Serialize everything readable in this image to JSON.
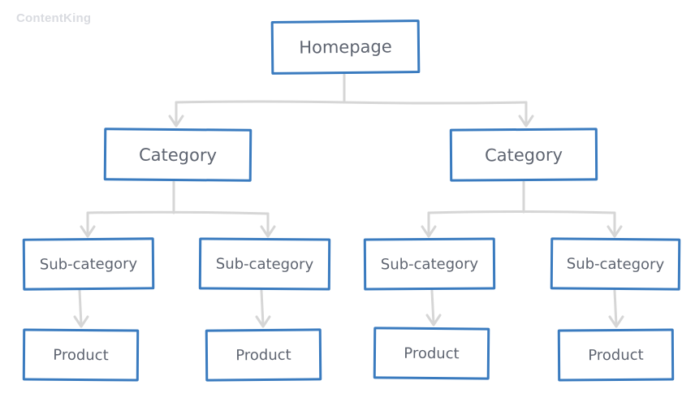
{
  "brand": "ContentKing",
  "colors": {
    "box_border": "#3a7bbf",
    "connector": "#d6d6d6",
    "label_text": "#5e6470",
    "brand_text": "#d9dbe0"
  },
  "tree": {
    "root": "Homepage",
    "categories": [
      {
        "label": "Category",
        "subcategories": [
          {
            "label": "Sub-category",
            "product": "Product"
          },
          {
            "label": "Sub-category",
            "product": "Product"
          }
        ]
      },
      {
        "label": "Category",
        "subcategories": [
          {
            "label": "Sub-category",
            "product": "Product"
          },
          {
            "label": "Sub-category",
            "product": "Product"
          }
        ]
      }
    ]
  }
}
